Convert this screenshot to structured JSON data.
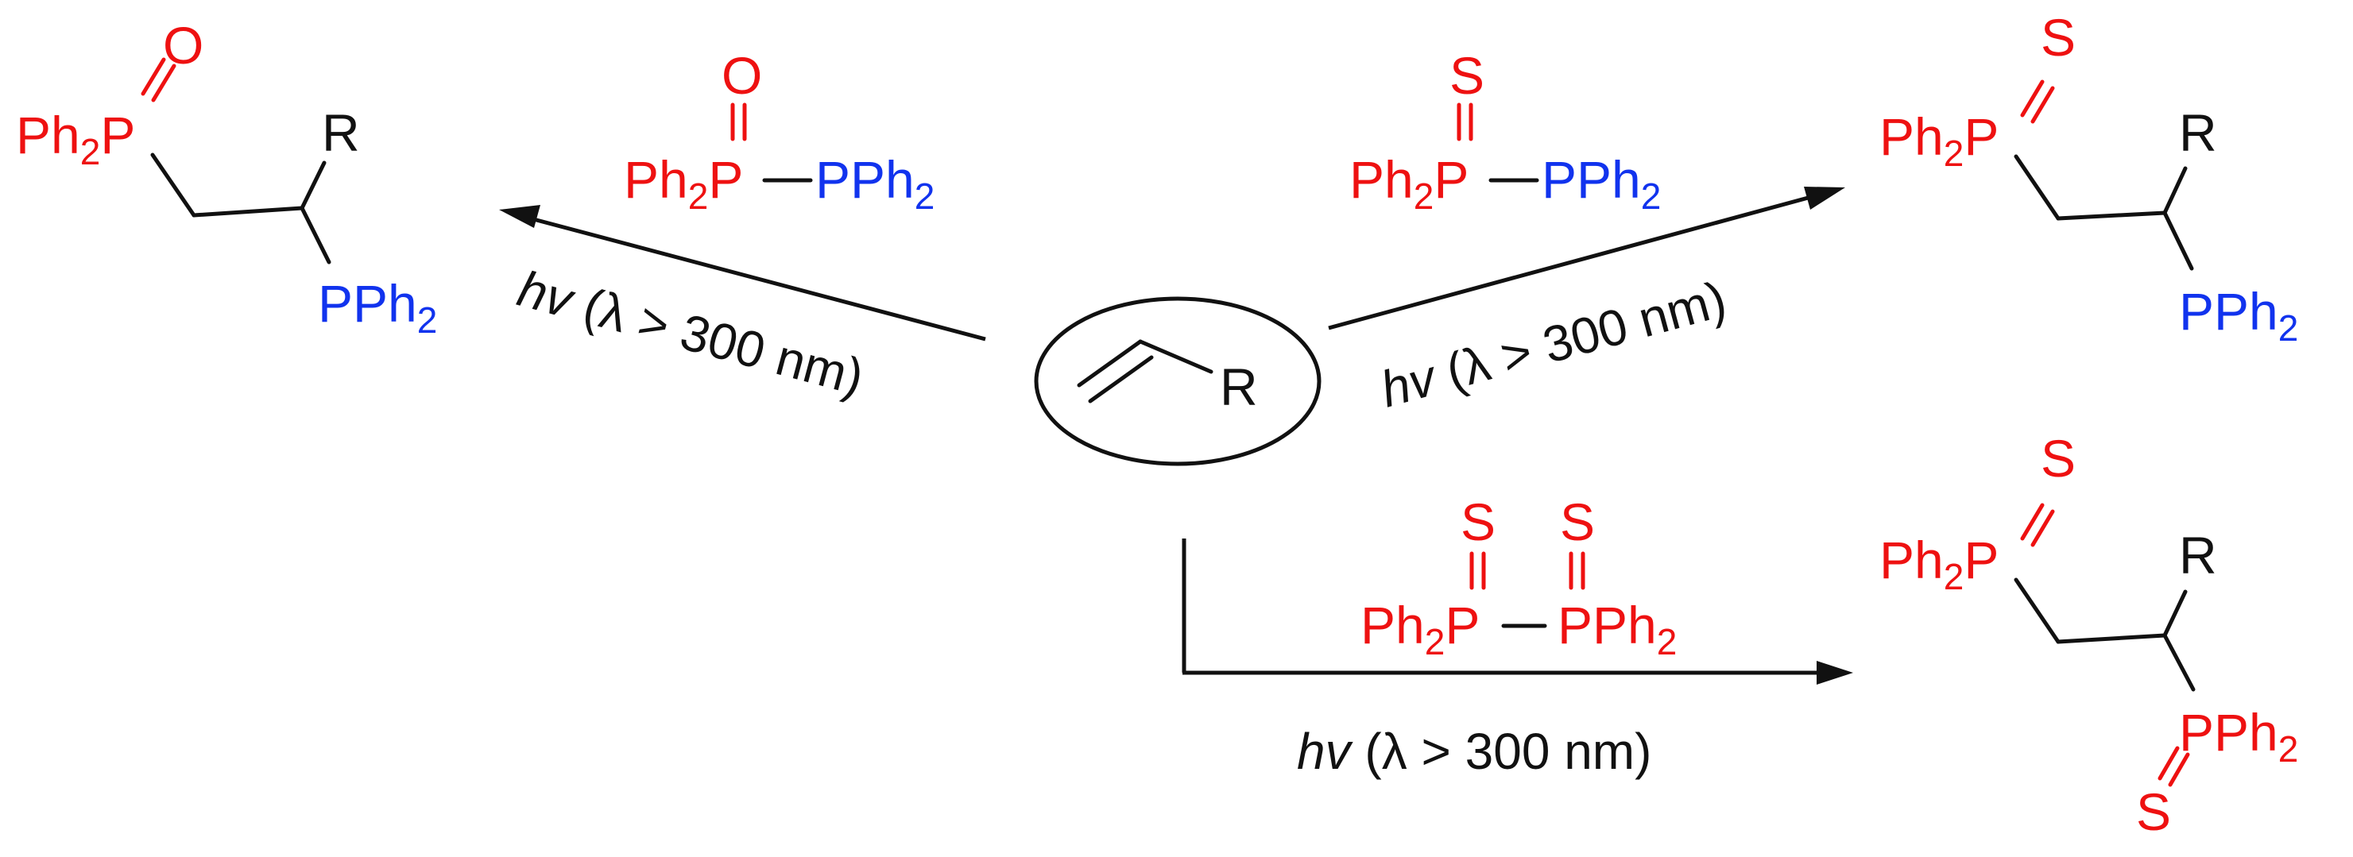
{
  "atoms": {
    "ph2": "Ph",
    "two": "2",
    "p": "P",
    "pph": "PPh",
    "o": "O",
    "s": "S",
    "r": "R"
  },
  "conditions": {
    "hv": "hv",
    "rest": " (λ > 300 nm)"
  },
  "colors": {
    "oxide_sulfide_phosphorus": "#ee1111",
    "phosphine_phosphorus": "#1133ee",
    "carbon_skeleton": "#111111"
  }
}
